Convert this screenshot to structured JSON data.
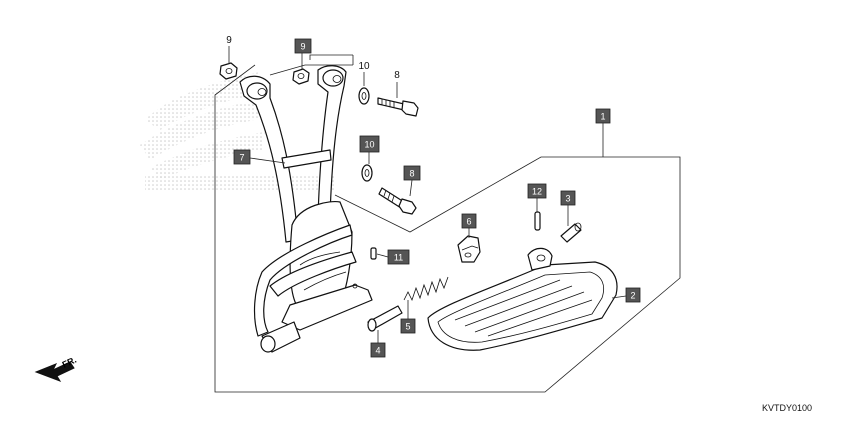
{
  "labels": {
    "l1": "1",
    "l2": "2",
    "l3": "3",
    "l4": "4",
    "l5": "5",
    "l6": "6",
    "l7": "7",
    "l8a": "8",
    "l8b": "8",
    "l9a": "9",
    "l9b": "9",
    "l10a": "10",
    "l10b": "10",
    "l11": "11",
    "l12": "12"
  },
  "direction_label": "FR.",
  "diagram_code": "KVTDY0100",
  "colors": {
    "label_box_dark": "#555555",
    "line": "#111111",
    "watermark_dots": "#c8c8c8"
  },
  "icons": {
    "direction_arrow": "arrow-down-left-icon",
    "watermark": "brand-wing-watermark"
  }
}
